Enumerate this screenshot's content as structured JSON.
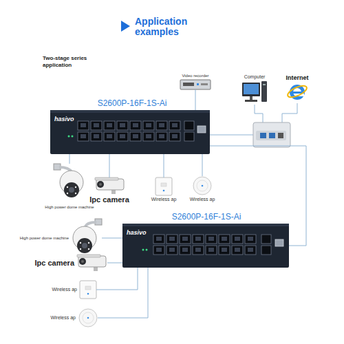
{
  "diagram": {
    "title": "Application examples",
    "nodes": [
      {
        "text": [
          "Video recorder"
        ]
      },
      {
        "text": [
          "Computer"
        ]
      },
      {
        "text": [
          "Internet"
        ]
      },
      {
        "text": [
          "S2600P-16F-1S-Ai",
          "hasivo"
        ]
      },
      {
        "text": [
          "High power dome machine"
        ]
      },
      {
        "text": [
          "Ipc camera"
        ]
      },
      {
        "text": [
          "Wireless ap"
        ]
      },
      {
        "text": [
          "Wireless ap"
        ]
      },
      {
        "text": [
          "S2600P-16F-1S-Ai",
          "hasivo"
        ]
      },
      {
        "text": [
          "High power dome machine"
        ]
      },
      {
        "text": [
          "Ipc camera"
        ]
      },
      {
        "text": [
          "Wireless ap"
        ]
      },
      {
        "text": [
          "Wireless ap"
        ]
      }
    ],
    "edges": [
      {
        "from": 3,
        "to": 0,
        "arrow": "none"
      },
      {
        "from": 3,
        "to": 4,
        "arrow": "none"
      },
      {
        "from": 3,
        "to": 5,
        "arrow": "none"
      },
      {
        "from": 3,
        "to": 6,
        "arrow": "none"
      },
      {
        "from": 3,
        "to": 7,
        "arrow": "none"
      },
      {
        "from": 3,
        "to": 8,
        "arrow": "none"
      },
      {
        "from": 8,
        "to": 9,
        "arrow": "none"
      },
      {
        "from": 8,
        "to": 10,
        "arrow": "none"
      },
      {
        "from": 8,
        "to": 11,
        "arrow": "none"
      },
      {
        "from": 8,
        "to": 12,
        "arrow": "none"
      }
    ],
    "labels": [
      "Two-stage series application"
    ]
  }
}
